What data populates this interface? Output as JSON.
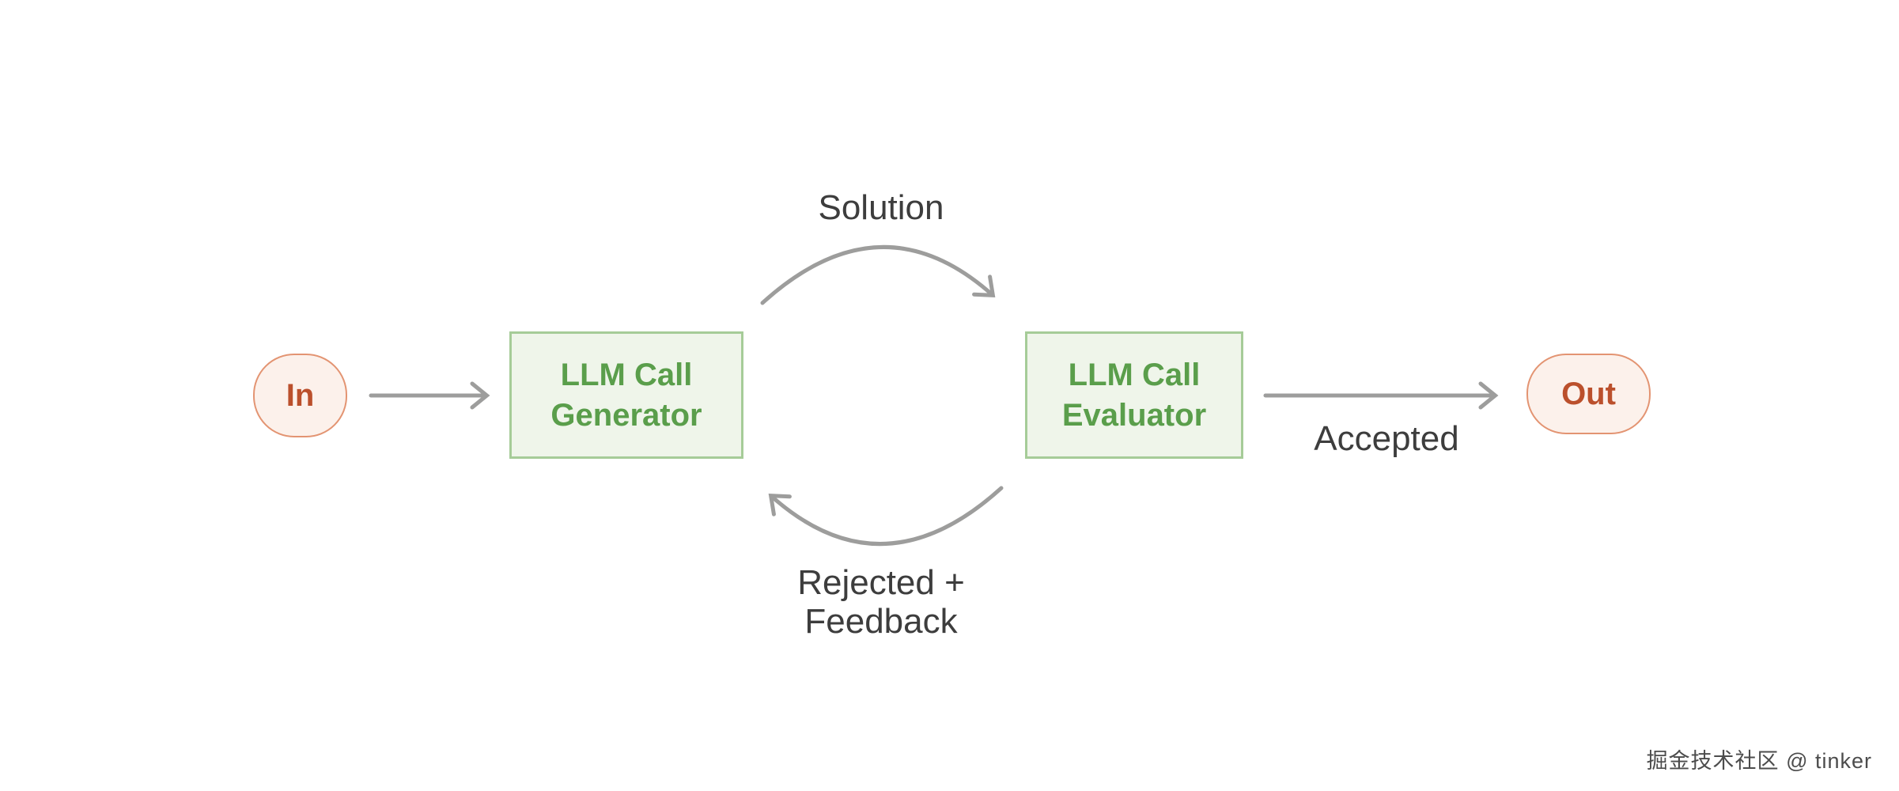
{
  "diagram": {
    "in_node": {
      "label": "In"
    },
    "generator_node": {
      "line1": "LLM Call",
      "line2": "Generator"
    },
    "evaluator_node": {
      "line1": "LLM Call",
      "line2": "Evaluator"
    },
    "out_node": {
      "label": "Out"
    },
    "labels": {
      "solution": "Solution",
      "rejected_line1": "Rejected +",
      "rejected_line2": "Feedback",
      "accepted": "Accepted"
    },
    "colors": {
      "canvas_bg": "#ffffff",
      "node_green_fill": "#eff5ea",
      "node_green_border": "#a6cc98",
      "node_green_text": "#5a9e4b",
      "node_pink_fill": "#fcf1eb",
      "node_pink_border": "#e39472",
      "node_pink_text": "#bb502c",
      "arrow_gray": "#9d9d9c",
      "label_text": "#3d3d3d",
      "watermark_text": "#4c4c4c"
    }
  },
  "watermark": {
    "text": "掘金技术社区 @ tinker"
  }
}
